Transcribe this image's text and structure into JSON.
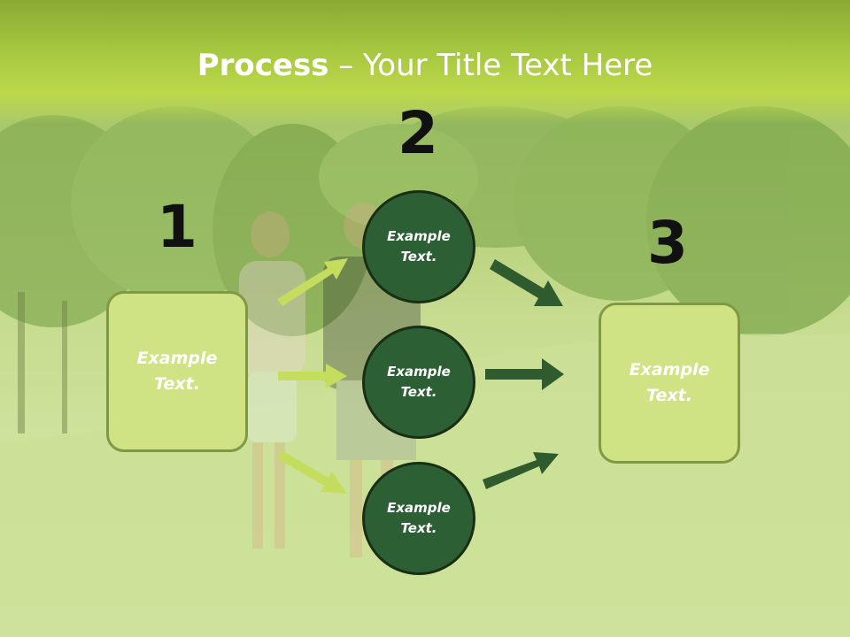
{
  "slide": {
    "title_bold": "Process",
    "title_rest": " – Your Title Text Here",
    "steps": [
      {
        "number": "1",
        "text": "Example\nText."
      },
      {
        "number": "2"
      },
      {
        "number": "3",
        "text": "Example\nText."
      }
    ],
    "circles": [
      {
        "text": "Example\nText."
      },
      {
        "text": "Example\nText."
      },
      {
        "text": "Example\nText."
      }
    ],
    "colors": {
      "title_band": "#a5c640",
      "box_fill": "#cfe385",
      "box_border": "#7f9a42",
      "circle_fill": "#2d5f35",
      "arrow_light": "#c5dd5e",
      "arrow_dark": "#2f5b2f"
    }
  }
}
